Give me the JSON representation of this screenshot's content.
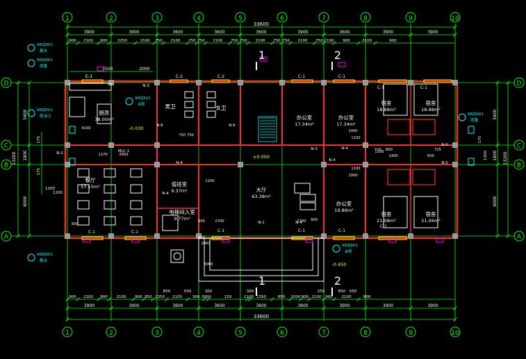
{
  "colors": {
    "background": "#000000",
    "grid": "#00ff00",
    "wall": "#ff2a2a",
    "white": "#ffffff",
    "magenta": "#ff00ff",
    "yellow": "#ffff00",
    "cyan": "#00ffff",
    "gray": "#9a9a9a"
  },
  "grid_axes": {
    "cols": [
      "1",
      "2",
      "3",
      "4",
      "5",
      "6",
      "7",
      "8",
      "9",
      "10"
    ],
    "rows": [
      "D",
      "C",
      "B",
      "A"
    ]
  },
  "dimensions": {
    "top_total": "33600",
    "bottom_total": "33600",
    "top_bays": [
      "3900",
      "3900",
      "3600",
      "3600",
      "3600",
      "3900",
      "3600",
      "3900",
      "3900"
    ],
    "bottom_bays": [
      "3900",
      "3900",
      "3600",
      "3600",
      "3600",
      "3600",
      "3900",
      "3900",
      "3900"
    ],
    "top_detail": [
      "900",
      "2100",
      "900",
      "2250",
      "1500",
      "750",
      "2100",
      "750",
      "750",
      "2100",
      "750",
      "750",
      "2100",
      "750",
      "750",
      "2100",
      "750",
      "2100",
      "900",
      "2100",
      "900"
    ],
    "top_sub": [
      "4500",
      "2000"
    ],
    "bottom_detail": [
      "900",
      "2100",
      "900",
      "2100",
      "900",
      "850",
      "1350",
      "2100",
      "300",
      "3000",
      "150",
      "2100",
      "1350",
      "850",
      "1000",
      "900",
      "2100",
      "900",
      "2100",
      "900"
    ],
    "bottom_small": [
      "850",
      "550",
      "300",
      "300",
      "250",
      "850",
      "550"
    ],
    "left_outer": [
      "5400",
      "1800",
      "6000"
    ],
    "left_total": "13200",
    "left_inner": [
      "175",
      "175",
      "1200",
      "1200"
    ],
    "right_outer": [
      "5400",
      "1800",
      "6000"
    ],
    "right_total": "13200",
    "right_inner": [
      "175",
      "1300"
    ]
  },
  "rooms": [
    {
      "name": "厨房",
      "area": "38.00m²"
    },
    {
      "name": "餐厅",
      "area": "57.15m²"
    },
    {
      "name": "男卫",
      "area": ""
    },
    {
      "name": "女卫",
      "area": ""
    },
    {
      "name": "值班室",
      "area": "9.37m²"
    },
    {
      "name": "电梯间入室",
      "area": "9.77m²"
    },
    {
      "name": "大厅",
      "area": "63.38m²"
    },
    {
      "name": "办公室",
      "area": "17.34m²"
    },
    {
      "name": "办公室",
      "area": "17.34m²"
    },
    {
      "name": "办公室",
      "area": "19.86m²"
    },
    {
      "name": "宿舍",
      "area": "18.88m²"
    },
    {
      "name": "宿舍",
      "area": "18.88m²"
    },
    {
      "name": "宿舍",
      "area": "21.08m²"
    },
    {
      "name": "宿舍",
      "area": "21.06m²"
    }
  ],
  "annotations": {
    "detail_refs": [
      "98ZJ901",
      "98ZJ901",
      "98ZJ501",
      "98ZJ501",
      "98ZJ901",
      "98ZJ901",
      "98ZJ901"
    ],
    "detail_labels": [
      "散水",
      "雨篷",
      "台阶",
      "雨水口",
      "散水",
      "台阶",
      "雨篷"
    ],
    "section_markers": [
      "1",
      "2",
      "1",
      "2"
    ],
    "elevations": [
      "±0.000",
      "-0.030",
      "-0.450"
    ],
    "windows_top": [
      "C-1",
      "C-2",
      "C-2",
      "C-1",
      "C-1",
      "C-1",
      "C-1",
      "C-1"
    ],
    "windows_bottom": [
      "C-1",
      "C-1",
      "C-1",
      "C-1",
      "C-1",
      "C-1"
    ],
    "doors": [
      "N-3",
      "N-4",
      "N-4",
      "N-6",
      "N-6",
      "N-3",
      "N-4",
      "N-4",
      "N-4",
      "N-1",
      "N-5",
      "N-5",
      "N-2"
    ],
    "misc": [
      "MLC-1",
      "1270",
      "2650",
      "4100",
      "750",
      "750",
      "2700",
      "2700",
      "2100",
      "800",
      "800",
      "900",
      "900",
      "2400",
      "3000",
      "1000",
      "1000",
      "725",
      "800",
      "725",
      "1100",
      "1400",
      "600",
      "1100",
      "1100"
    ]
  }
}
